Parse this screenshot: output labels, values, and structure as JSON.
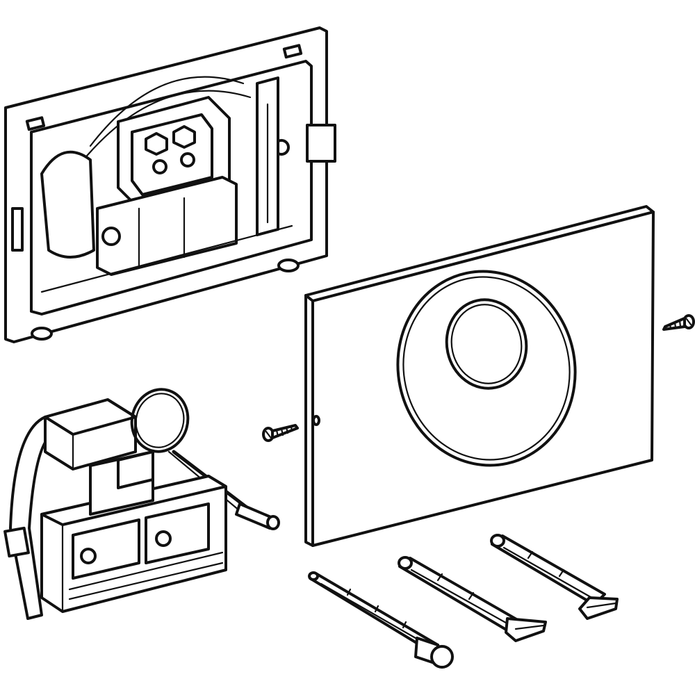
{
  "figure": {
    "background_color": "#ffffff",
    "line_color": "#111111",
    "parts": [
      {
        "name": "mounting-frame",
        "icon": "mounting-frame-icon"
      },
      {
        "name": "actuator-plate",
        "icon": "actuator-plate-icon"
      },
      {
        "name": "sensor-ring",
        "icon": "ring-icon"
      },
      {
        "name": "control-unit",
        "icon": "control-unit-icon"
      },
      {
        "name": "screw",
        "icon": "screw-icon",
        "count": 2
      },
      {
        "name": "actuation-rod",
        "icon": "rod-icon",
        "count": 3
      }
    ]
  }
}
